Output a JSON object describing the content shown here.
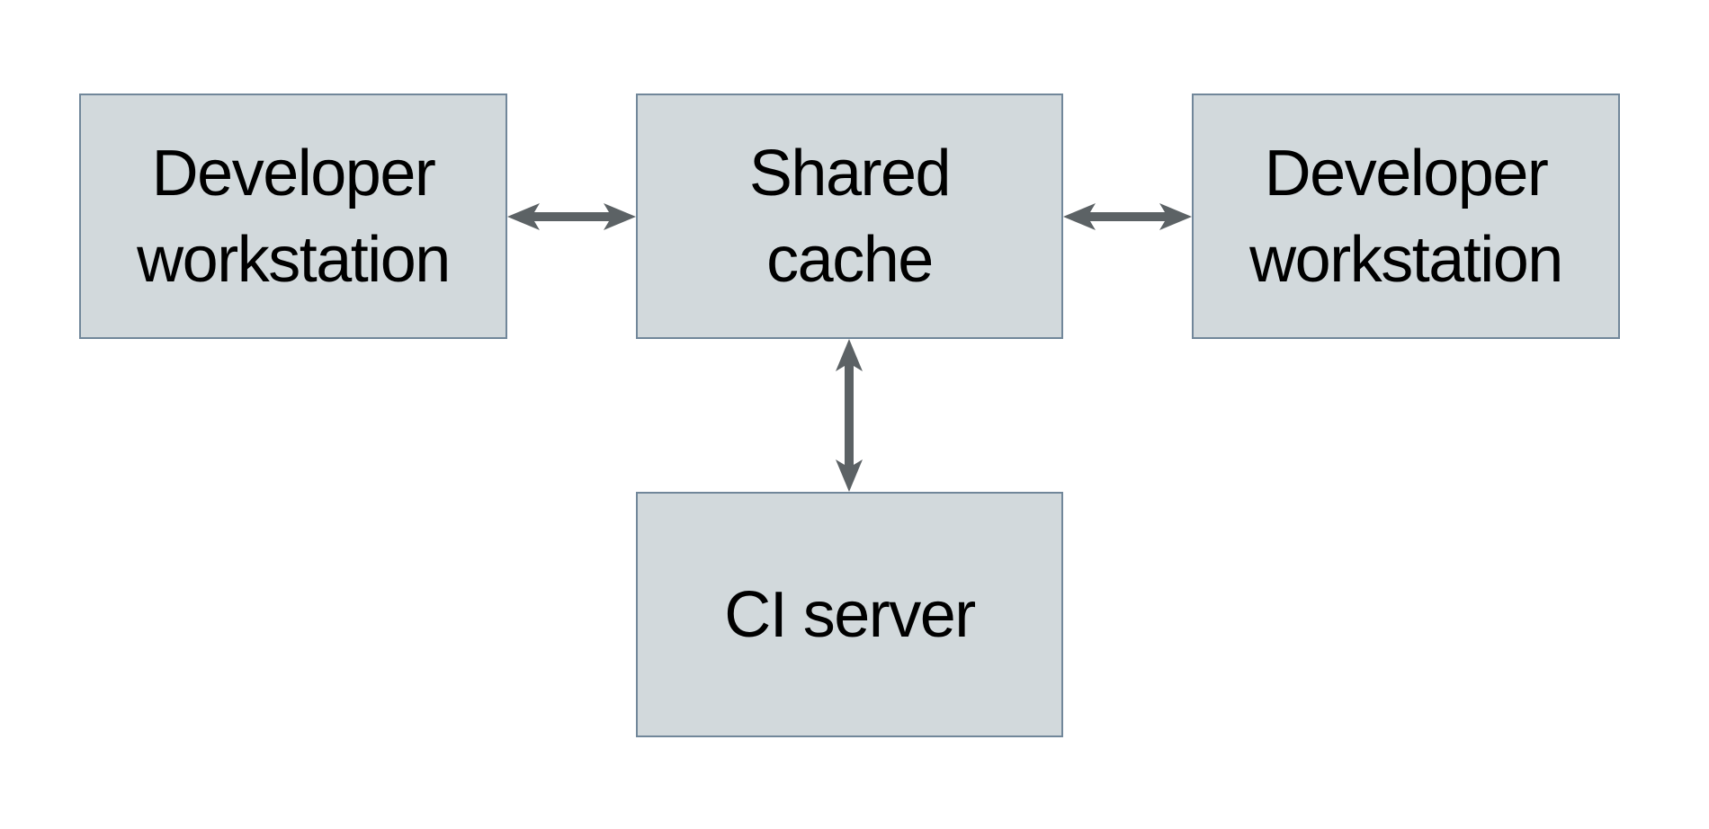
{
  "diagram": {
    "colors": {
      "background": "#ffffff",
      "node-fill": "#d2d9dc",
      "node-border": "#71879a",
      "arrow": "#5c6265",
      "text": "#000000"
    },
    "nodes": [
      {
        "id": "developer-workstation-left",
        "label": "Developer\nworkstation"
      },
      {
        "id": "shared-cache",
        "label": "Shared\ncache"
      },
      {
        "id": "developer-workstation-right",
        "label": "Developer\nworkstation"
      },
      {
        "id": "ci-server",
        "label": "CI server"
      }
    ],
    "edges": [
      {
        "from": "developer-workstation-left",
        "to": "shared-cache",
        "style": "double-arrow"
      },
      {
        "from": "shared-cache",
        "to": "developer-workstation-right",
        "style": "double-arrow"
      },
      {
        "from": "shared-cache",
        "to": "ci-server",
        "style": "double-arrow"
      }
    ]
  }
}
